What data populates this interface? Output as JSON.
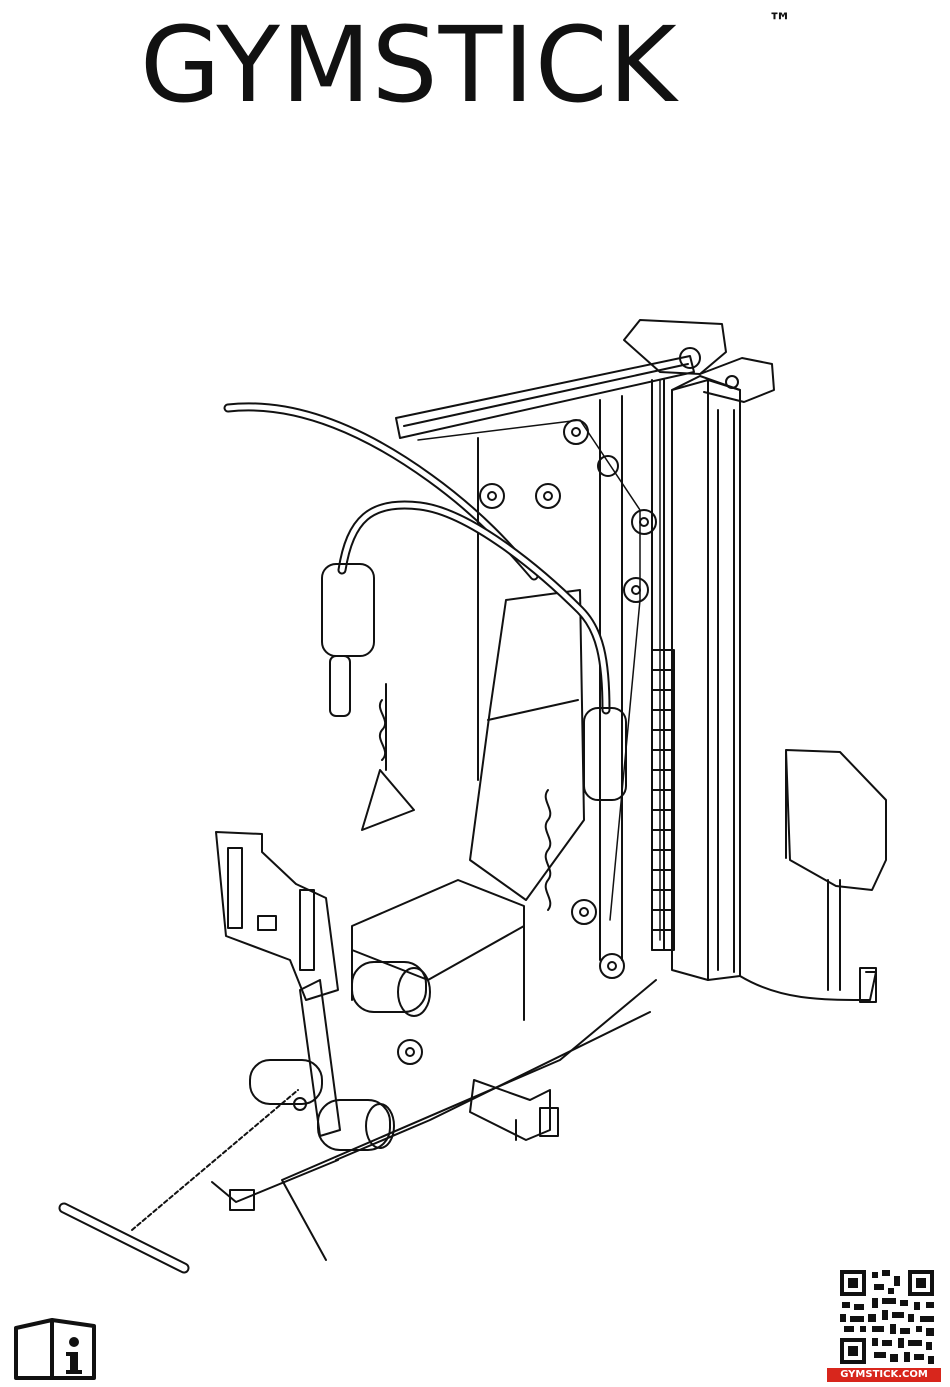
{
  "brand": {
    "name": "GYMSTICK",
    "trademark": "™"
  },
  "illustration": {
    "subject": "home gym multi-station machine"
  },
  "icons": {
    "manual": "info-manual-icon",
    "qr": "qr-code-icon"
  },
  "qr": {
    "caption": "GYMSTICK.COM",
    "caption_color": "#d8261c"
  },
  "colors": {
    "ink": "#111111",
    "background": "#ffffff"
  }
}
